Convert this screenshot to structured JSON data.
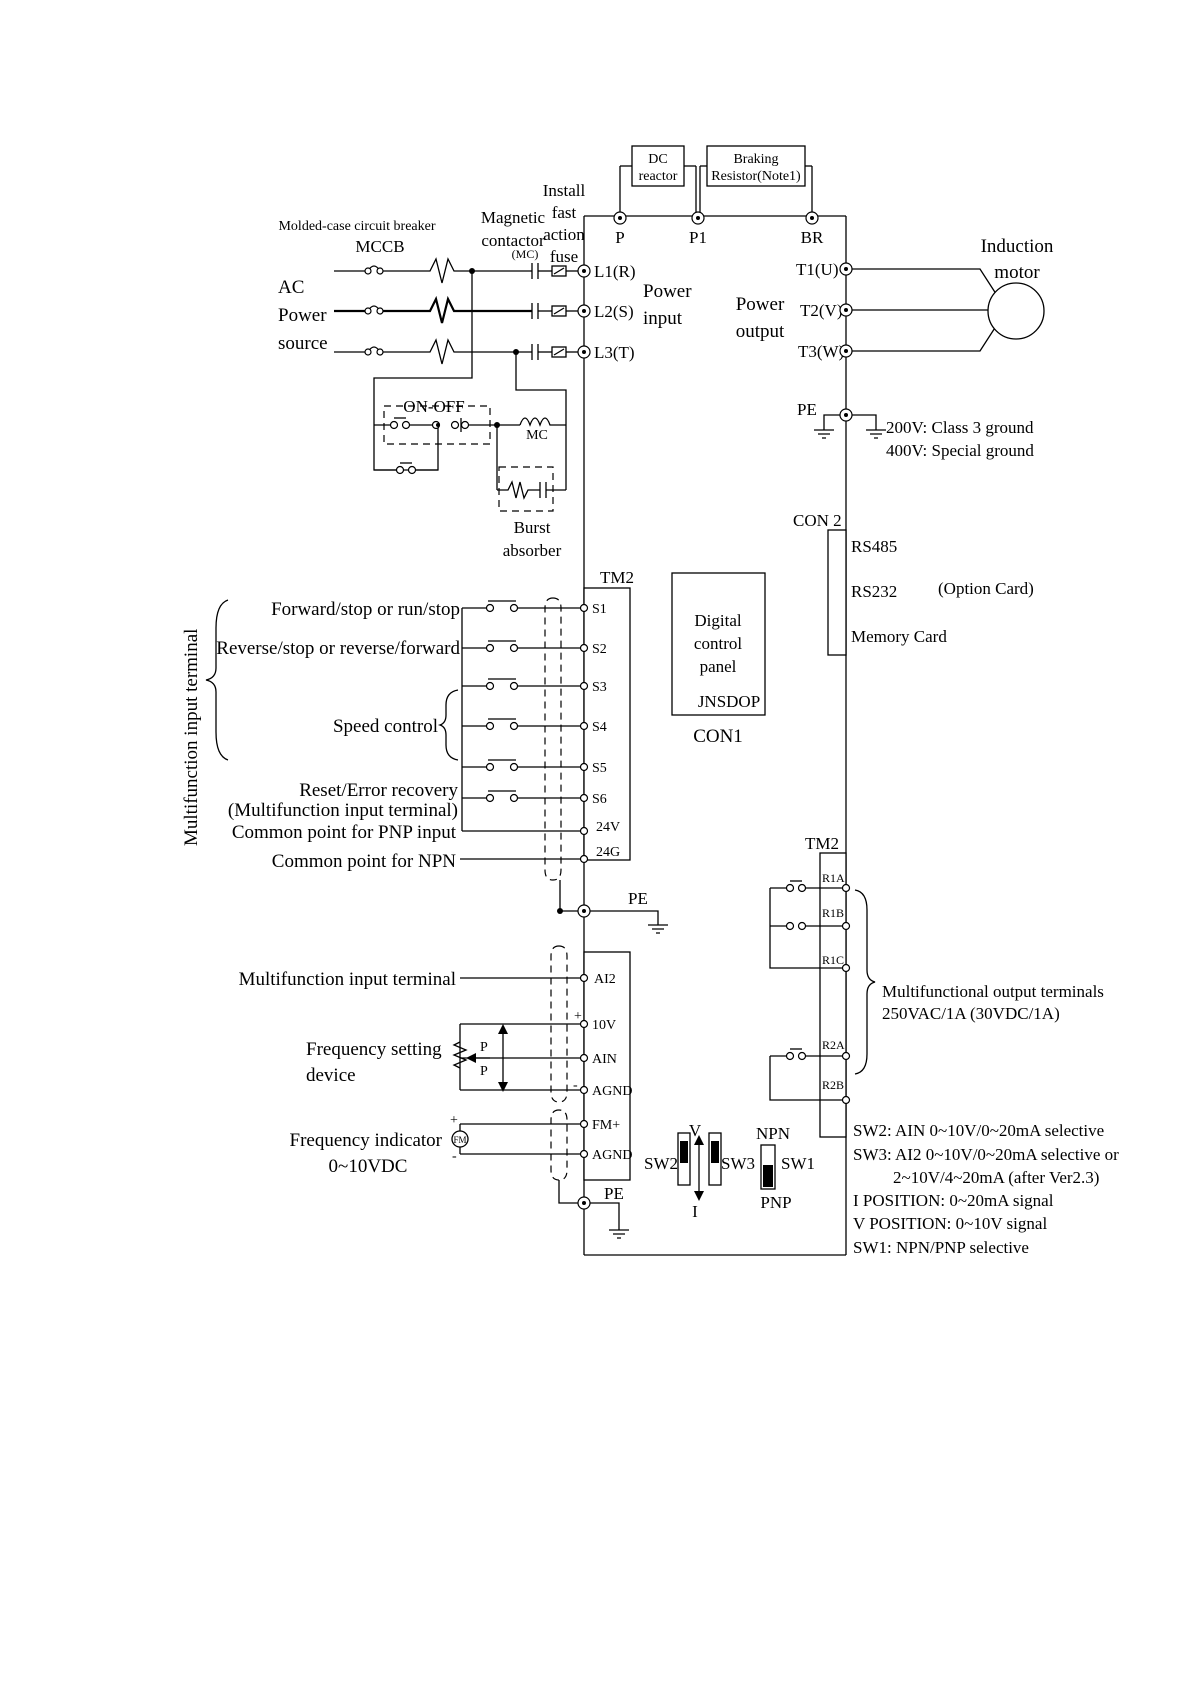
{
  "labels": {
    "dc_reactor_1": "DC",
    "dc_reactor_2": "reactor",
    "braking_1": "Braking",
    "braking_2": "Resistor(Note1)",
    "install_1": "Install",
    "install_2": "fast",
    "install_3": "action",
    "install_4": "fuse",
    "mccb_1": "Molded-case circuit breaker",
    "mccb_2": "MCCB",
    "magnetic_1": "Magnetic",
    "magnetic_2": "contactor",
    "mc_small": "(MC)",
    "ac_1": "AC",
    "ac_2": "Power",
    "ac_3": "source",
    "term_p": "P",
    "term_p1": "P1",
    "term_br": "BR",
    "l1": "L1(R)",
    "l2": "L2(S)",
    "l3": "L3(T)",
    "power_input_1": "Power",
    "power_input_2": "input",
    "power_output_1": "Power",
    "power_output_2": "output",
    "t1": "T1(U)",
    "t2": "T2(V)",
    "t3": "T3(W)",
    "induction_1": "Induction",
    "induction_2": "motor",
    "on_off": "ON-OFF",
    "mc_coil": "MC",
    "burst_1": "Burst",
    "burst_2": "absorber",
    "pe_top": "PE",
    "ground_200": "200V: Class 3 ground",
    "ground_400": "400V: Special ground",
    "con2": "CON 2",
    "rs485": "RS485",
    "rs232": "RS232",
    "option_card": "(Option Card)",
    "memory_card": "Memory Card",
    "tm2_top": "TM2",
    "panel_1": "Digital",
    "panel_2": "control",
    "panel_3": "panel",
    "panel_4": "JNSDOP",
    "con1": "CON1",
    "multi_input_vertical": "Multifunction input terminal",
    "fwd": "Forward/stop or run/stop",
    "rev": "Reverse/stop or reverse/forward",
    "speed": "Speed control",
    "reset_1": "Reset/Error recovery",
    "reset_2": "(Multifunction input terminal)",
    "pnp_common": "Common point for PNP input",
    "npn_common": "Common point for NPN",
    "s1": "S1",
    "s2": "S2",
    "s3": "S3",
    "s4": "S4",
    "s5": "S5",
    "s6": "S6",
    "v24": "24V",
    "g24": "24G",
    "pe_mid": "PE",
    "multi_input_ai2": "Multifunction input terminal",
    "ai2": "AI2",
    "v10": "10V",
    "ain": "AIN",
    "agnd1": "AGND",
    "fm_plus": "FM+",
    "agnd2": "AGND",
    "freq_set_1": "Frequency setting",
    "freq_set_2": "device",
    "pot_p1": "P",
    "pot_p2": "P",
    "freq_ind_1": "Frequency indicator",
    "freq_ind_2": "0~10VDC",
    "fm": "FM",
    "plus1": "+",
    "minus1": "-",
    "plus2": "+",
    "minus2": "-",
    "pe_bottom": "PE",
    "tm2_right": "TM2",
    "r1a": "R1A",
    "r1b": "R1B",
    "r1c": "R1C",
    "r2a": "R2A",
    "r2b": "R2B",
    "multi_out_1": "Multifunctional output terminals",
    "multi_out_2": "250VAC/1A (30VDC/1A)",
    "sw2": "SW2",
    "sw3": "SW3",
    "sw1": "SW1",
    "sw_v": "V",
    "sw_i": "I",
    "npn": "NPN",
    "pnp": "PNP",
    "note_sw2": "SW2: AIN 0~10V/0~20mA selective",
    "note_sw3_1": "SW3: AI2 0~10V/0~20mA selective or",
    "note_sw3_2": "2~10V/4~20mA (after Ver2.3)",
    "note_i": "I POSITION: 0~20mA signal",
    "note_v": "V POSITION: 0~10V signal",
    "note_sw1": "SW1: NPN/PNP selective"
  }
}
